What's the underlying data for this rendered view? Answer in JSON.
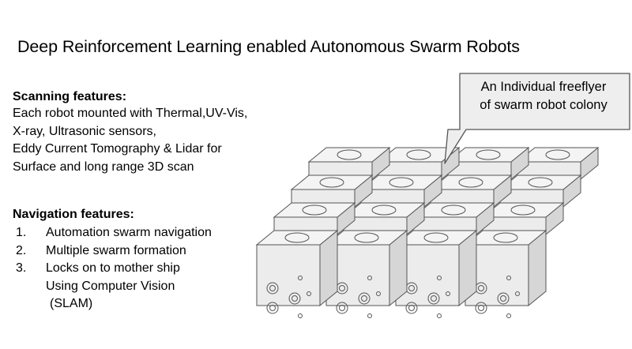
{
  "title": "Deep Reinforcement Learning enabled Autonomous Swarm Robots",
  "scanning": {
    "heading": "Scanning features:",
    "lines": [
      "Each robot  mounted with Thermal,UV-Vis,",
      "X-ray, Ultrasonic sensors,",
      "Eddy Current Tomography & Lidar for",
      "Surface and long range 3D scan"
    ]
  },
  "navigation": {
    "heading": "Navigation  features:",
    "items": [
      {
        "number": "1.",
        "text": "Automation  swarm navigation",
        "continuation": []
      },
      {
        "number": "2.",
        "text": "Multiple swarm formation",
        "continuation": []
      },
      {
        "number": "3.",
        "text": "Locks on to mother ship",
        "continuation": [
          "Using Computer Vision",
          "(SLAM)"
        ]
      }
    ]
  },
  "callout": {
    "lines": [
      "An Individual freeflyer",
      "of swarm robot colony"
    ]
  },
  "swarm": {
    "rows": 4,
    "columns": 4
  },
  "colors": {
    "cube_face": "#ececec",
    "cube_top": "#f4f4f4",
    "cube_side": "#d6d6d6",
    "callout_fill": "#eeeeee",
    "stroke": "#555555"
  }
}
